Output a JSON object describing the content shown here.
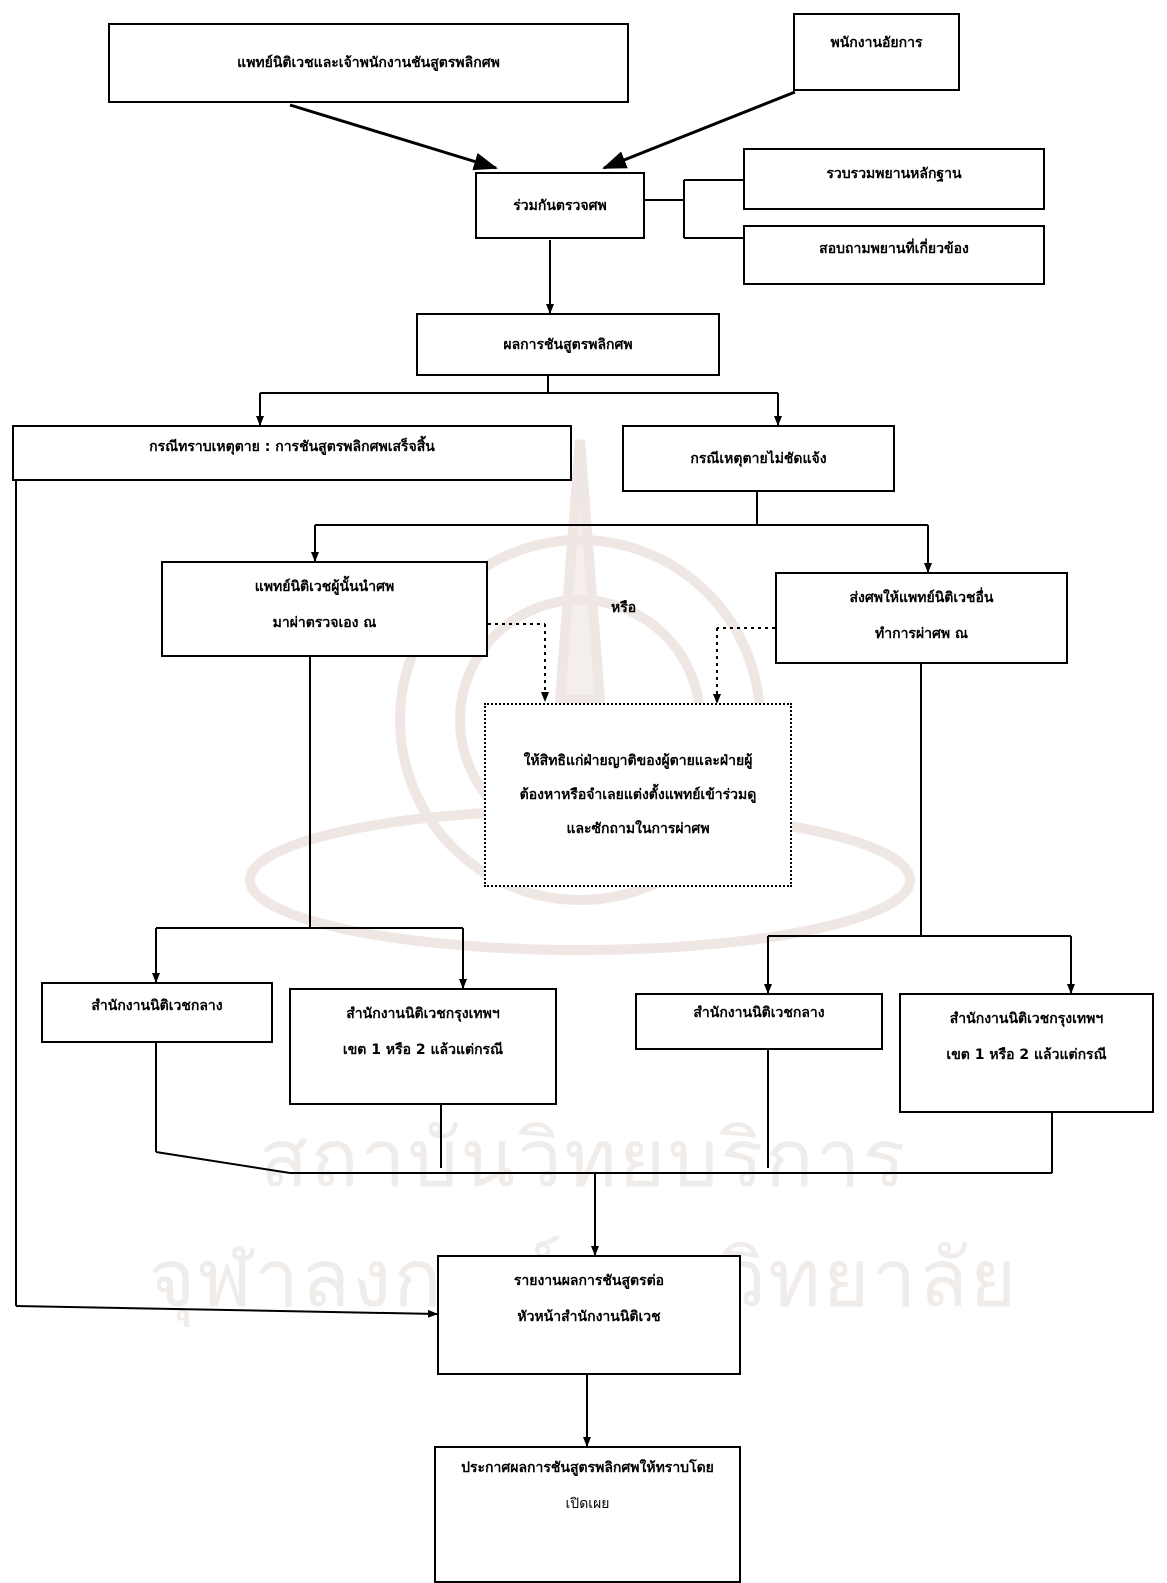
{
  "watermark": {
    "line1": "สถาบันวิทยบริการ",
    "line2": "จุฬาลงกรณ์มหาวิทยาลัย"
  },
  "nodes": {
    "forensic_doctor_and_officer": "แพทย์นิติเวชและเจ้าพนักงานชันสูตรพลิกศพ",
    "public_prosecutor": "พนักงานอัยการ",
    "joint_inspection": "ร่วมกันตรวจศพ",
    "collect_evidence": "รวบรวมพยานหลักฐาน",
    "question_witnesses": "สอบถามพยานที่เกี่ยวข้อง",
    "autopsy_result": "ผลการชันสูตรพลิกศพ",
    "cause_known": "กรณีทราบเหตุตาย : การชันสูตรพลิกศพเสร็จสิ้น",
    "cause_unclear": "กรณีเหตุตายไม่ชัดแจ้ง",
    "doctor_self_autopsy": [
      "แพทย์นิติเวชผู้นั้นนำศพ",
      "มาผ่าตรวจเอง ณ"
    ],
    "or_label": "หรือ",
    "send_other_doctor": [
      "ส่งศพให้แพทย์นิติเวชอื่น",
      "ทำการผ่าศพ ณ"
    ],
    "right_to_observe": [
      "ให้สิทธิแก่ฝ่ายญาติของผู้ตายและฝ่ายผู้",
      "ต้องหาหรือจำเลยแต่งตั้งแพทย์เข้าร่วมดู",
      "และซักถามในการผ่าศพ"
    ],
    "central_office_left": "สำนักงานนิติเวชกลาง",
    "bangkok_office_left": [
      "สำนักงานนิติเวชกรุงเทพฯ",
      "เขต 1 หรือ 2 แล้วแต่กรณี"
    ],
    "central_office_right": "สำนักงานนิติเวชกลาง",
    "bangkok_office_right": [
      "สำนักงานนิติเวชกรุงเทพฯ",
      "เขต 1 หรือ 2 แล้วแต่กรณี"
    ],
    "report_to_head": [
      "รายงานผลการชันสูตรต่อ",
      "หัวหน้าสำนักงานนิติเวช"
    ],
    "public_announcement": [
      "ประกาศผลการชันสูตรพลิกศพให้ทราบโดย",
      "เปิดเผย"
    ]
  }
}
